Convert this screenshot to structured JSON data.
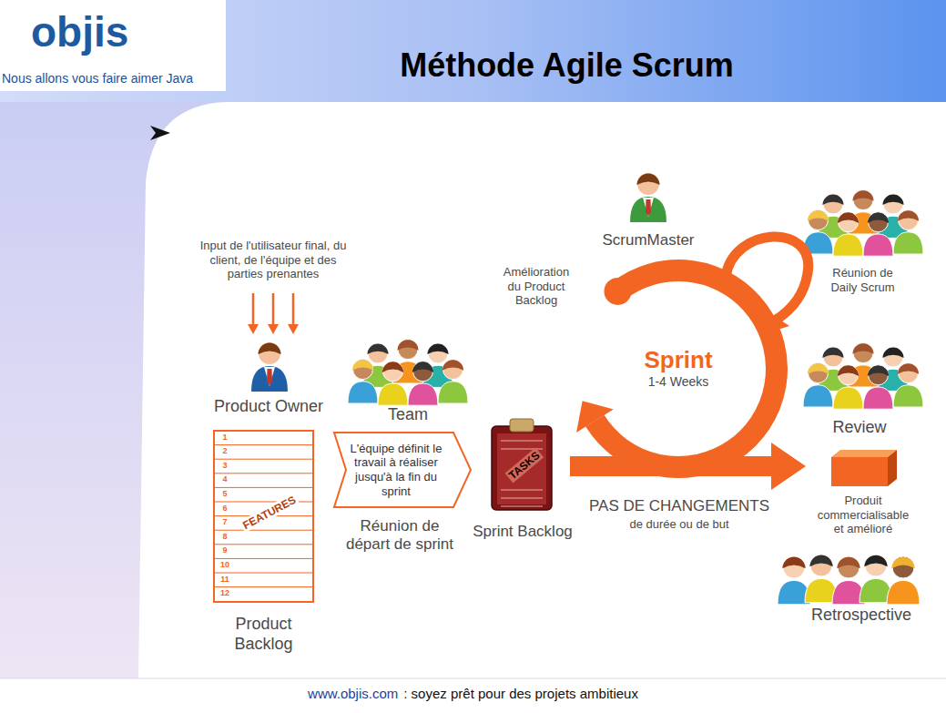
{
  "diagram": {
    "title": "Méthode Agile Scrum",
    "nodes": [
      {
        "text": [
          "FEATURES",
          "Product Backlog"
        ]
      },
      {
        "text": [
          "L'équipe définit le travail à réaliser jusqu'à la fin du sprint",
          "Réunion de départ de sprint"
        ]
      },
      {
        "text": [
          "TASKS",
          "Sprint Backlog"
        ]
      },
      {
        "text": [
          "Sprint",
          "1-4 Weeks"
        ]
      },
      {
        "text": [
          "Produit commercialisable et amélioré"
        ]
      }
    ],
    "edges": [
      {
        "from": 2,
        "to": 4,
        "arrow": "to"
      }
    ],
    "labels": [
      "objis",
      "Nous allons vous faire aimer Java",
      "Input de l'utilisateur final, du client, de l'équipe et des parties prenantes",
      "Product Owner",
      "1",
      "2",
      "3",
      "4",
      "5",
      "6",
      "7",
      "8",
      "9",
      "10",
      "11",
      "12",
      "Team",
      "ScrumMaster",
      "Amélioration du Product Backlog",
      "Réunion de Daily Scrum",
      "Review",
      "PAS DE CHANGEMENTS",
      "de durée ou de but",
      "Retrospective",
      "www.objis.com",
      ": soyez prêt pour des projets ambitieux"
    ]
  }
}
